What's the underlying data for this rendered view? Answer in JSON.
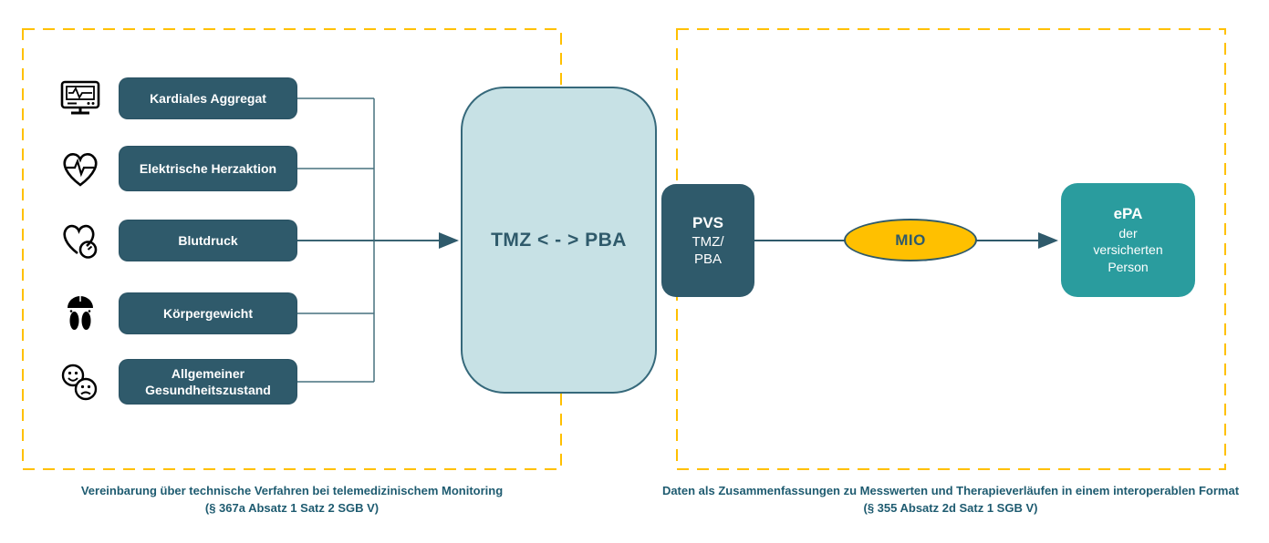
{
  "left_panel": {
    "items": [
      {
        "icon": "cardiac-device-icon",
        "label": "Kardiales Aggregat"
      },
      {
        "icon": "heart-ecg-icon",
        "label": "Elektrische Herzaktion"
      },
      {
        "icon": "blood-pressure-icon",
        "label": "Blutdruck"
      },
      {
        "icon": "body-scale-icon",
        "label": "Körpergewicht"
      },
      {
        "icon": "mood-faces-icon",
        "label": "Allgemeiner Gesundheitszustand"
      }
    ],
    "caption": {
      "line1": "Vereinbarung über technische Verfahren bei telemedizinischem Monitoring",
      "line2": "(§ 367a Absatz 1 Satz 2 SGB V)"
    }
  },
  "center": {
    "tmz_pba_label": "TMZ < - > PBA",
    "pvs_box": {
      "title": "PVS",
      "line2": "TMZ/",
      "line3": "PBA"
    }
  },
  "right_panel": {
    "mio_label": "MIO",
    "epa_box": {
      "title": "ePA",
      "line2": "der",
      "line3": "versicherten",
      "line4": "Person"
    },
    "caption": {
      "line1": "Daten als Zusammenfassungen zu Messwerten und Therapieverläufen in einem interoperablen Format",
      "line2": "(§ 355 Absatz 2d Satz 1 SGB V)"
    }
  },
  "colors": {
    "dark_teal": "#2F5A6B",
    "light_teal": "#C7E1E5",
    "teal": "#2A9C9E",
    "gold": "#FFC000"
  }
}
